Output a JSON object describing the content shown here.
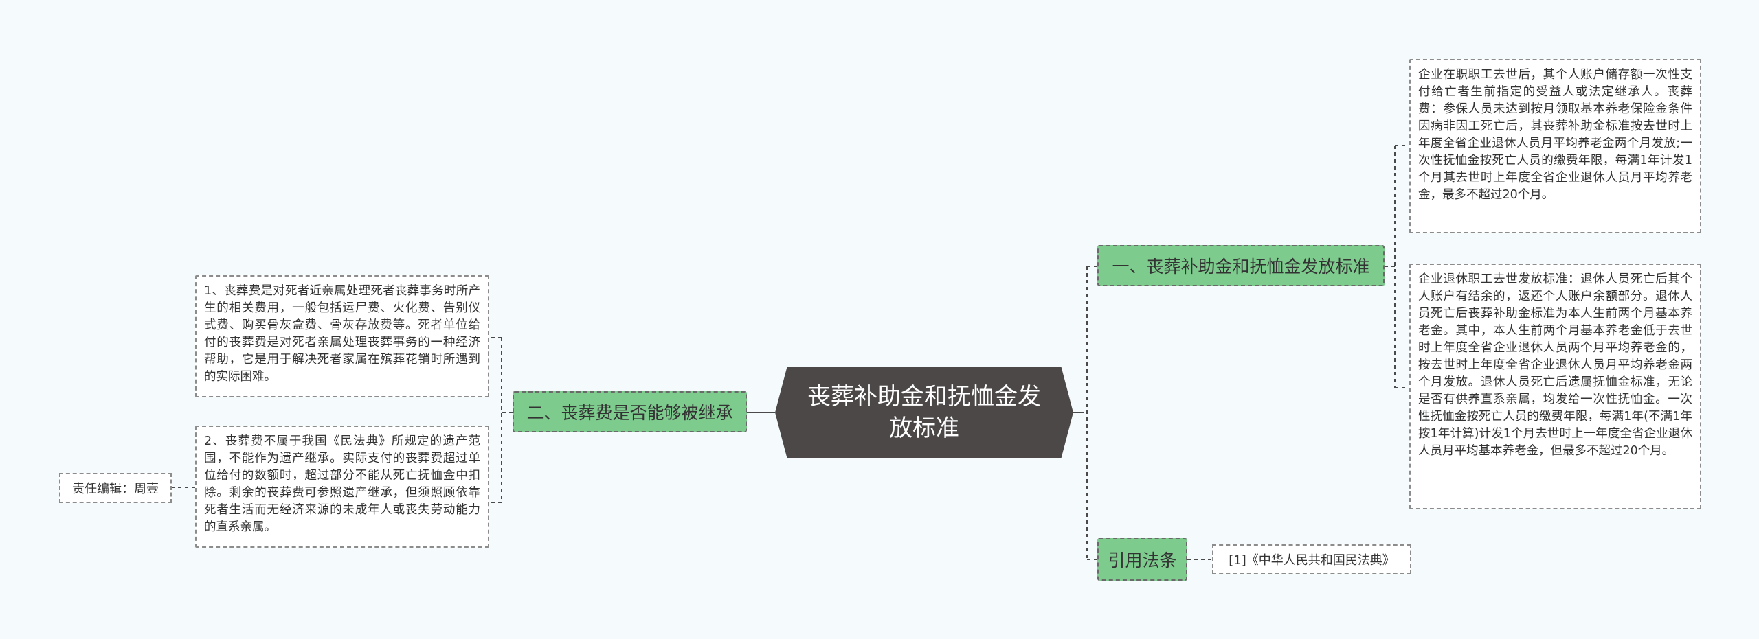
{
  "root": {
    "title": "丧葬补助金和抚恤金发放标准"
  },
  "branches": {
    "standard": {
      "label": "一、丧葬补助金和抚恤金发放标准",
      "leaves": [
        "企业在职职工去世后，其个人账户储存额一次性支付给亡者生前指定的受益人或法定继承人。丧葬费：参保人员未达到按月领取基本养老保险金条件因病非因工死亡后，其丧葬补助金标准按去世时上年度全省企业退休人员月平均养老金两个月发放;一次性抚恤金按死亡人员的缴费年限，每满1年计发1个月其去世时上年度全省企业退休人员月平均养老金，最多不超过20个月。",
        "企业退休职工去世发放标准：退休人员死亡后其个人账户有结余的，返还个人账户余额部分。退休人员死亡后丧葬补助金标准为本人生前两个月基本养老金。其中，本人生前两个月基本养老金低于去世时上年度全省企业退休人员两个月平均养老金的，按去世时上年度全省企业退休人员月平均养老金两个月发放。退休人员死亡后遗属抚恤金标准，无论是否有供养直系亲属，均发给一次性抚恤金。一次性抚恤金按死亡人员的缴费年限，每满1年(不满1年按1年计算)计发1个月去世时上一年度全省企业退休人员月平均基本养老金，但最多不超过20个月。"
      ]
    },
    "inherit": {
      "label": "二、丧葬费是否能够被继承",
      "leaves": [
        "1、丧葬费是对死者近亲属处理死者丧葬事务时所产生的相关费用，一般包括运尸费、火化费、告别仪式费、购买骨灰盒费、骨灰存放费等。死者单位给付的丧葬费是对死者亲属处理丧葬事务的一种经济帮助，它是用于解决死者家属在殡葬花销时所遇到的实际困难。",
        "2、丧葬费不属于我国《民法典》所规定的遗产范围，不能作为遗产继承。实际支付的丧葬费超过单位给付的数额时，超过部分不能从死亡抚恤金中扣除。剩余的丧葬费可参照遗产继承，但须照顾依靠死者生活而无经济来源的未成年人或丧失劳动能力的直系亲属。"
      ]
    },
    "law": {
      "label": "引用法条",
      "leaves": [
        "[1]《中华人民共和国民法典》"
      ]
    }
  },
  "editor": "责任编辑：周壹"
}
